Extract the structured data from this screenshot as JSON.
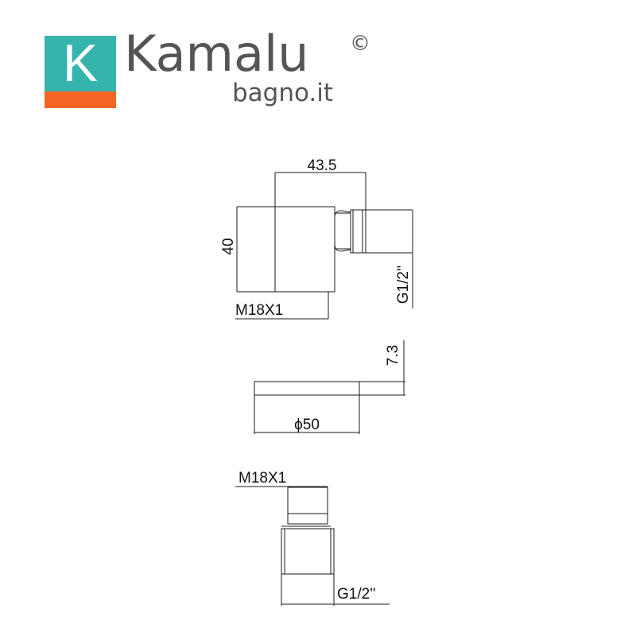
{
  "logo": {
    "k_letter": "K",
    "wordmark": "Kamalu",
    "copyright_symbol": "©",
    "subtitle": "bagno.it",
    "colors": {
      "teal": "#35b4ad",
      "orange": "#f26522",
      "text_gray": "#555556"
    }
  },
  "drawing": {
    "side_view": {
      "width_label": "43.5",
      "height_label": "40",
      "thread_label": "M18X1",
      "pipe_label": "G1/2''"
    },
    "plate_view": {
      "thickness_label": "7.3",
      "diameter_label": "ϕ50"
    },
    "bottom_view": {
      "thread_label": "M18X1",
      "pipe_label": "G1/2''"
    }
  }
}
